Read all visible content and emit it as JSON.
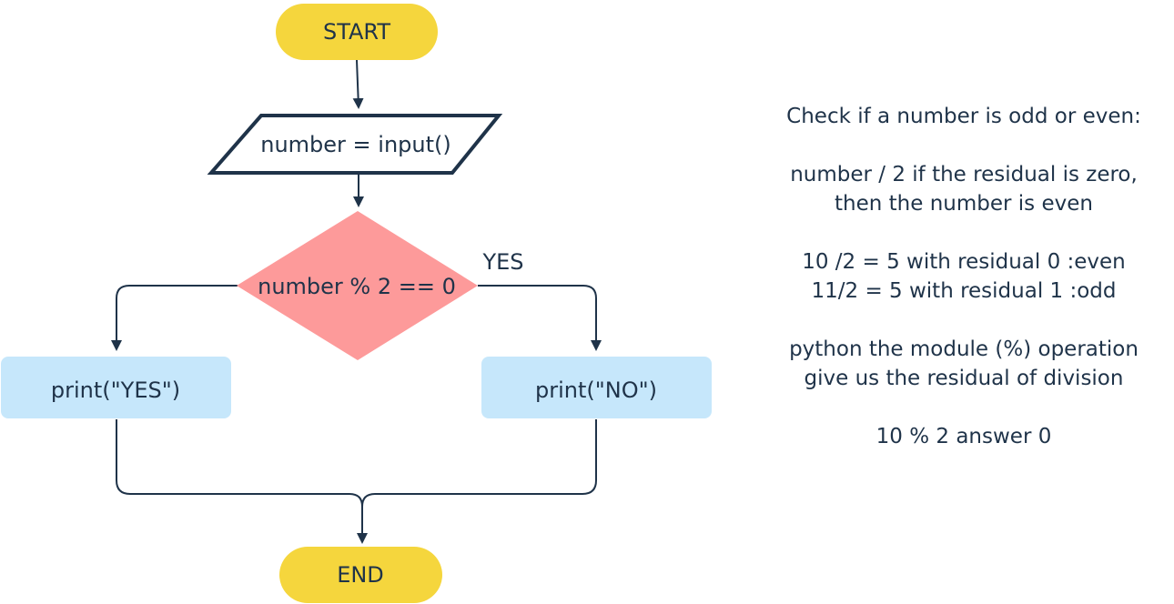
{
  "flowchart": {
    "start_label": "START",
    "input_label": "number = input()",
    "decision_label": "number % 2 == 0",
    "yes_branch_label": "YES",
    "print_yes_label": "print(\"YES\")",
    "print_no_label": "print(\"NO\")",
    "end_label": "END",
    "colors": {
      "terminal": "#f5d63d",
      "decision": "#fd9a9a",
      "process": "#c6e7fb",
      "stroke": "#1f3349",
      "text": "#1f3349"
    }
  },
  "notes": {
    "heading": "Check if a number is odd or even:",
    "rule_line1": "number / 2 if the residual is zero,",
    "rule_line2": "then the number is even",
    "example1": "10 /2 = 5 with residual 0 :even",
    "example2": "11/2 = 5 with residual 1 :odd",
    "python_line1": "python the module (%) operation",
    "python_line2": "give us the residual of division",
    "example3": "10 % 2 answer 0"
  }
}
